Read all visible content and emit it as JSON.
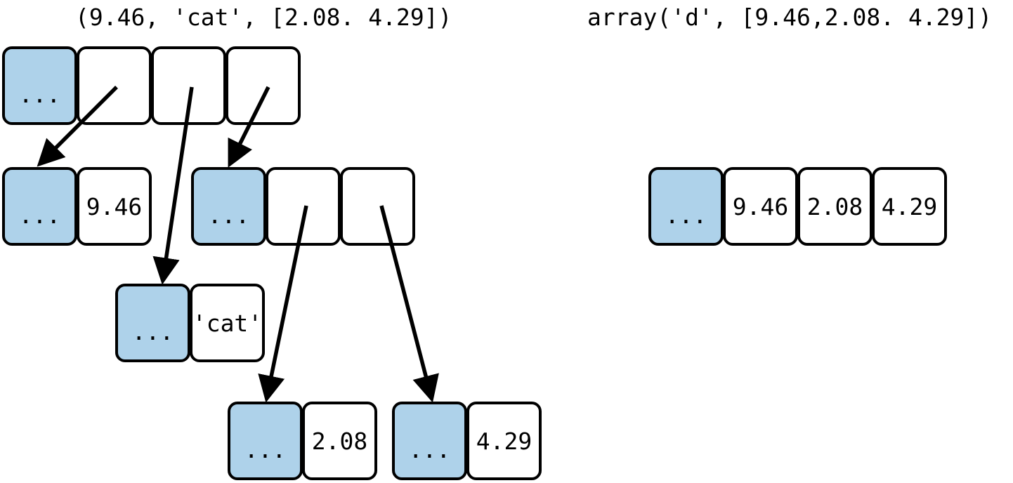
{
  "titles": {
    "left": "(9.46, 'cat', [2.08. 4.29])",
    "right": "array('d', [9.46,2.08. 4.29])"
  },
  "colors": {
    "header_fill": "#aed2ea",
    "cell_fill": "#ffffff",
    "stroke": "#000000",
    "background": "#ffffff"
  },
  "ellipsis": "...",
  "diagram": {
    "type": "object-reference-diagram",
    "left_structure": {
      "label": "tuple",
      "rows": [
        {
          "name": "tuple-object",
          "cells": [
            {
              "kind": "header",
              "text": "..."
            },
            {
              "kind": "reference",
              "text": ""
            },
            {
              "kind": "reference",
              "text": ""
            },
            {
              "kind": "reference",
              "text": ""
            }
          ]
        },
        {
          "name": "float-object-946",
          "cells": [
            {
              "kind": "header",
              "text": "..."
            },
            {
              "kind": "value",
              "text": "9.46"
            }
          ]
        },
        {
          "name": "list-object",
          "cells": [
            {
              "kind": "header",
              "text": "..."
            },
            {
              "kind": "reference",
              "text": ""
            },
            {
              "kind": "reference",
              "text": ""
            }
          ]
        },
        {
          "name": "str-object-cat",
          "cells": [
            {
              "kind": "header",
              "text": "..."
            },
            {
              "kind": "value",
              "text": "'cat'"
            }
          ]
        },
        {
          "name": "float-object-208",
          "cells": [
            {
              "kind": "header",
              "text": "..."
            },
            {
              "kind": "value",
              "text": "2.08"
            }
          ]
        },
        {
          "name": "float-object-429",
          "cells": [
            {
              "kind": "header",
              "text": "..."
            },
            {
              "kind": "value",
              "text": "4.29"
            }
          ]
        }
      ]
    },
    "right_structure": {
      "label": "array",
      "rows": [
        {
          "name": "array-object",
          "cells": [
            {
              "kind": "header",
              "text": "..."
            },
            {
              "kind": "value",
              "text": "9.46"
            },
            {
              "kind": "value",
              "text": "2.08"
            },
            {
              "kind": "value",
              "text": "4.29"
            }
          ]
        }
      ]
    },
    "arrows": [
      {
        "from": "tuple-slot-0",
        "to": "float-object-946"
      },
      {
        "from": "tuple-slot-1",
        "to": "str-object-cat"
      },
      {
        "from": "tuple-slot-2",
        "to": "list-object"
      },
      {
        "from": "list-slot-0",
        "to": "float-object-208"
      },
      {
        "from": "list-slot-1",
        "to": "float-object-429"
      }
    ]
  }
}
